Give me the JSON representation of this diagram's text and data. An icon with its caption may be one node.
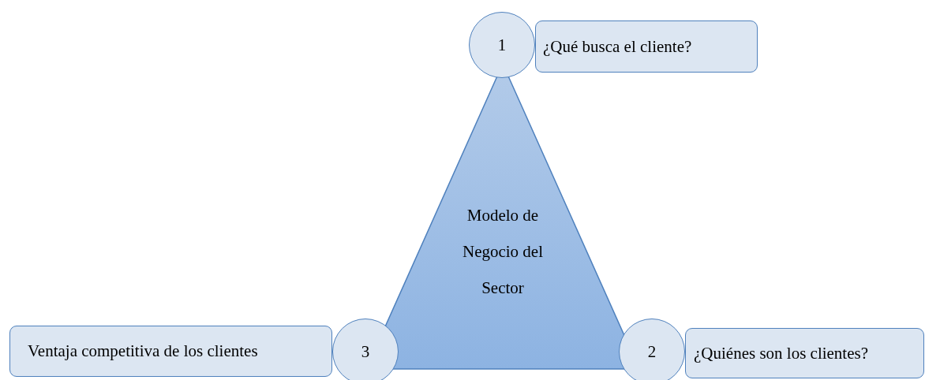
{
  "diagram": {
    "nodes": [
      {
        "text": [
          "1"
        ]
      },
      {
        "text": [
          "¿Qué busca el cliente?"
        ]
      },
      {
        "text": [
          "Modelo de Negocio del Sector"
        ]
      },
      {
        "text": [
          "Ventaja competitiva de los clientes"
        ]
      },
      {
        "text": [
          "3"
        ]
      },
      {
        "text": [
          "2"
        ]
      },
      {
        "text": [
          "¿Quiénes son los clientes?"
        ]
      }
    ]
  }
}
